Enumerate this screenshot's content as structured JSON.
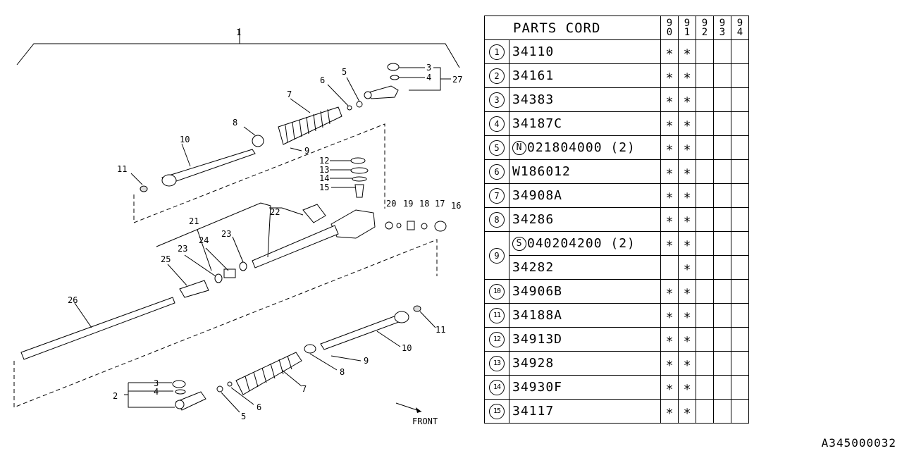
{
  "table": {
    "header": "PARTS CORD",
    "years": [
      [
        "9",
        "0"
      ],
      [
        "9",
        "1"
      ],
      [
        "9",
        "2"
      ],
      [
        "9",
        "3"
      ],
      [
        "9",
        "4"
      ]
    ],
    "mark": "∗",
    "rows": [
      {
        "num": "1",
        "prefix": "",
        "code": "34110",
        "marks": [
          true,
          true,
          false,
          false,
          false
        ]
      },
      {
        "num": "2",
        "prefix": "",
        "code": "34161",
        "marks": [
          true,
          true,
          false,
          false,
          false
        ]
      },
      {
        "num": "3",
        "prefix": "",
        "code": "34383",
        "marks": [
          true,
          true,
          false,
          false,
          false
        ]
      },
      {
        "num": "4",
        "prefix": "",
        "code": "34187C",
        "marks": [
          true,
          true,
          false,
          false,
          false
        ]
      },
      {
        "num": "5",
        "prefix": "N",
        "code": "021804000 (2)",
        "marks": [
          true,
          true,
          false,
          false,
          false
        ]
      },
      {
        "num": "6",
        "prefix": "",
        "code": "W186012",
        "marks": [
          true,
          true,
          false,
          false,
          false
        ]
      },
      {
        "num": "7",
        "prefix": "",
        "code": "34908A",
        "marks": [
          true,
          true,
          false,
          false,
          false
        ]
      },
      {
        "num": "8",
        "prefix": "",
        "code": "34286",
        "marks": [
          true,
          true,
          false,
          false,
          false
        ]
      },
      {
        "num": "9",
        "prefix": "S",
        "code": "040204200 (2)",
        "marks": [
          true,
          true,
          false,
          false,
          false
        ]
      },
      {
        "num": "",
        "prefix": "",
        "code": "34282",
        "marks": [
          false,
          true,
          false,
          false,
          false
        ]
      },
      {
        "num": "10",
        "prefix": "",
        "code": "34906B",
        "marks": [
          true,
          true,
          false,
          false,
          false
        ]
      },
      {
        "num": "11",
        "prefix": "",
        "code": "34188A",
        "marks": [
          true,
          true,
          false,
          false,
          false
        ]
      },
      {
        "num": "12",
        "prefix": "",
        "code": "34913D",
        "marks": [
          true,
          true,
          false,
          false,
          false
        ]
      },
      {
        "num": "13",
        "prefix": "",
        "code": "34928",
        "marks": [
          true,
          true,
          false,
          false,
          false
        ]
      },
      {
        "num": "14",
        "prefix": "",
        "code": "34930F",
        "marks": [
          true,
          true,
          false,
          false,
          false
        ]
      },
      {
        "num": "15",
        "prefix": "",
        "code": "34117",
        "marks": [
          true,
          true,
          false,
          false,
          false
        ]
      }
    ]
  },
  "diagram": {
    "callouts": {
      "c1": "1",
      "c2": "2",
      "c3a": "3",
      "c3b": "3",
      "c4a": "4",
      "c4b": "4",
      "c5a": "5",
      "c5b": "5",
      "c6a": "6",
      "c6b": "6",
      "c7a": "7",
      "c7b": "7",
      "c8a": "8",
      "c8b": "8",
      "c9a": "9",
      "c9b": "9",
      "c10a": "10",
      "c10b": "10",
      "c11a": "11",
      "c11b": "11",
      "c12": "12",
      "c13": "13",
      "c14": "14",
      "c15": "15",
      "c16": "16",
      "c17": "17",
      "c18": "18",
      "c19": "19",
      "c20": "20",
      "c21": "21",
      "c22": "22",
      "c23a": "23",
      "c23b": "23",
      "c24": "24",
      "c25": "25",
      "c26": "26",
      "c27": "27"
    },
    "front_label": "FRONT"
  },
  "doc_code": "A345000032"
}
